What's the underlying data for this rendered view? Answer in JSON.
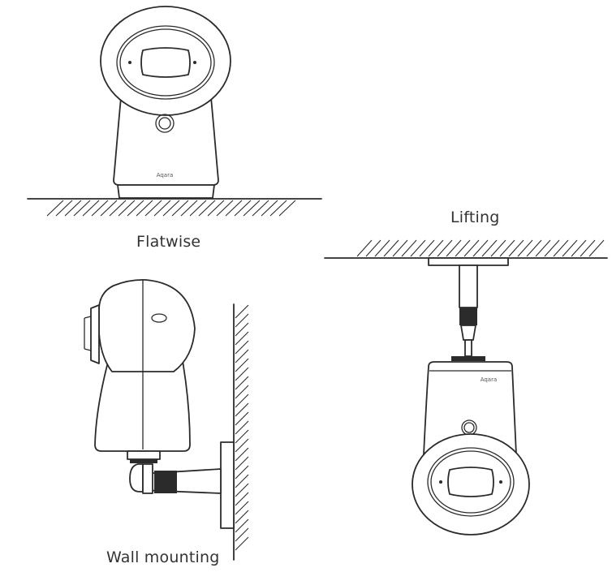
{
  "labels": {
    "flatwise": "Flatwise",
    "lifting": "Lifting",
    "wall_mounting": "Wall mounting"
  },
  "brand_text": "Aqara",
  "colors": {
    "line": "#2b2b2b",
    "text": "#333333",
    "background": "#ffffff"
  }
}
